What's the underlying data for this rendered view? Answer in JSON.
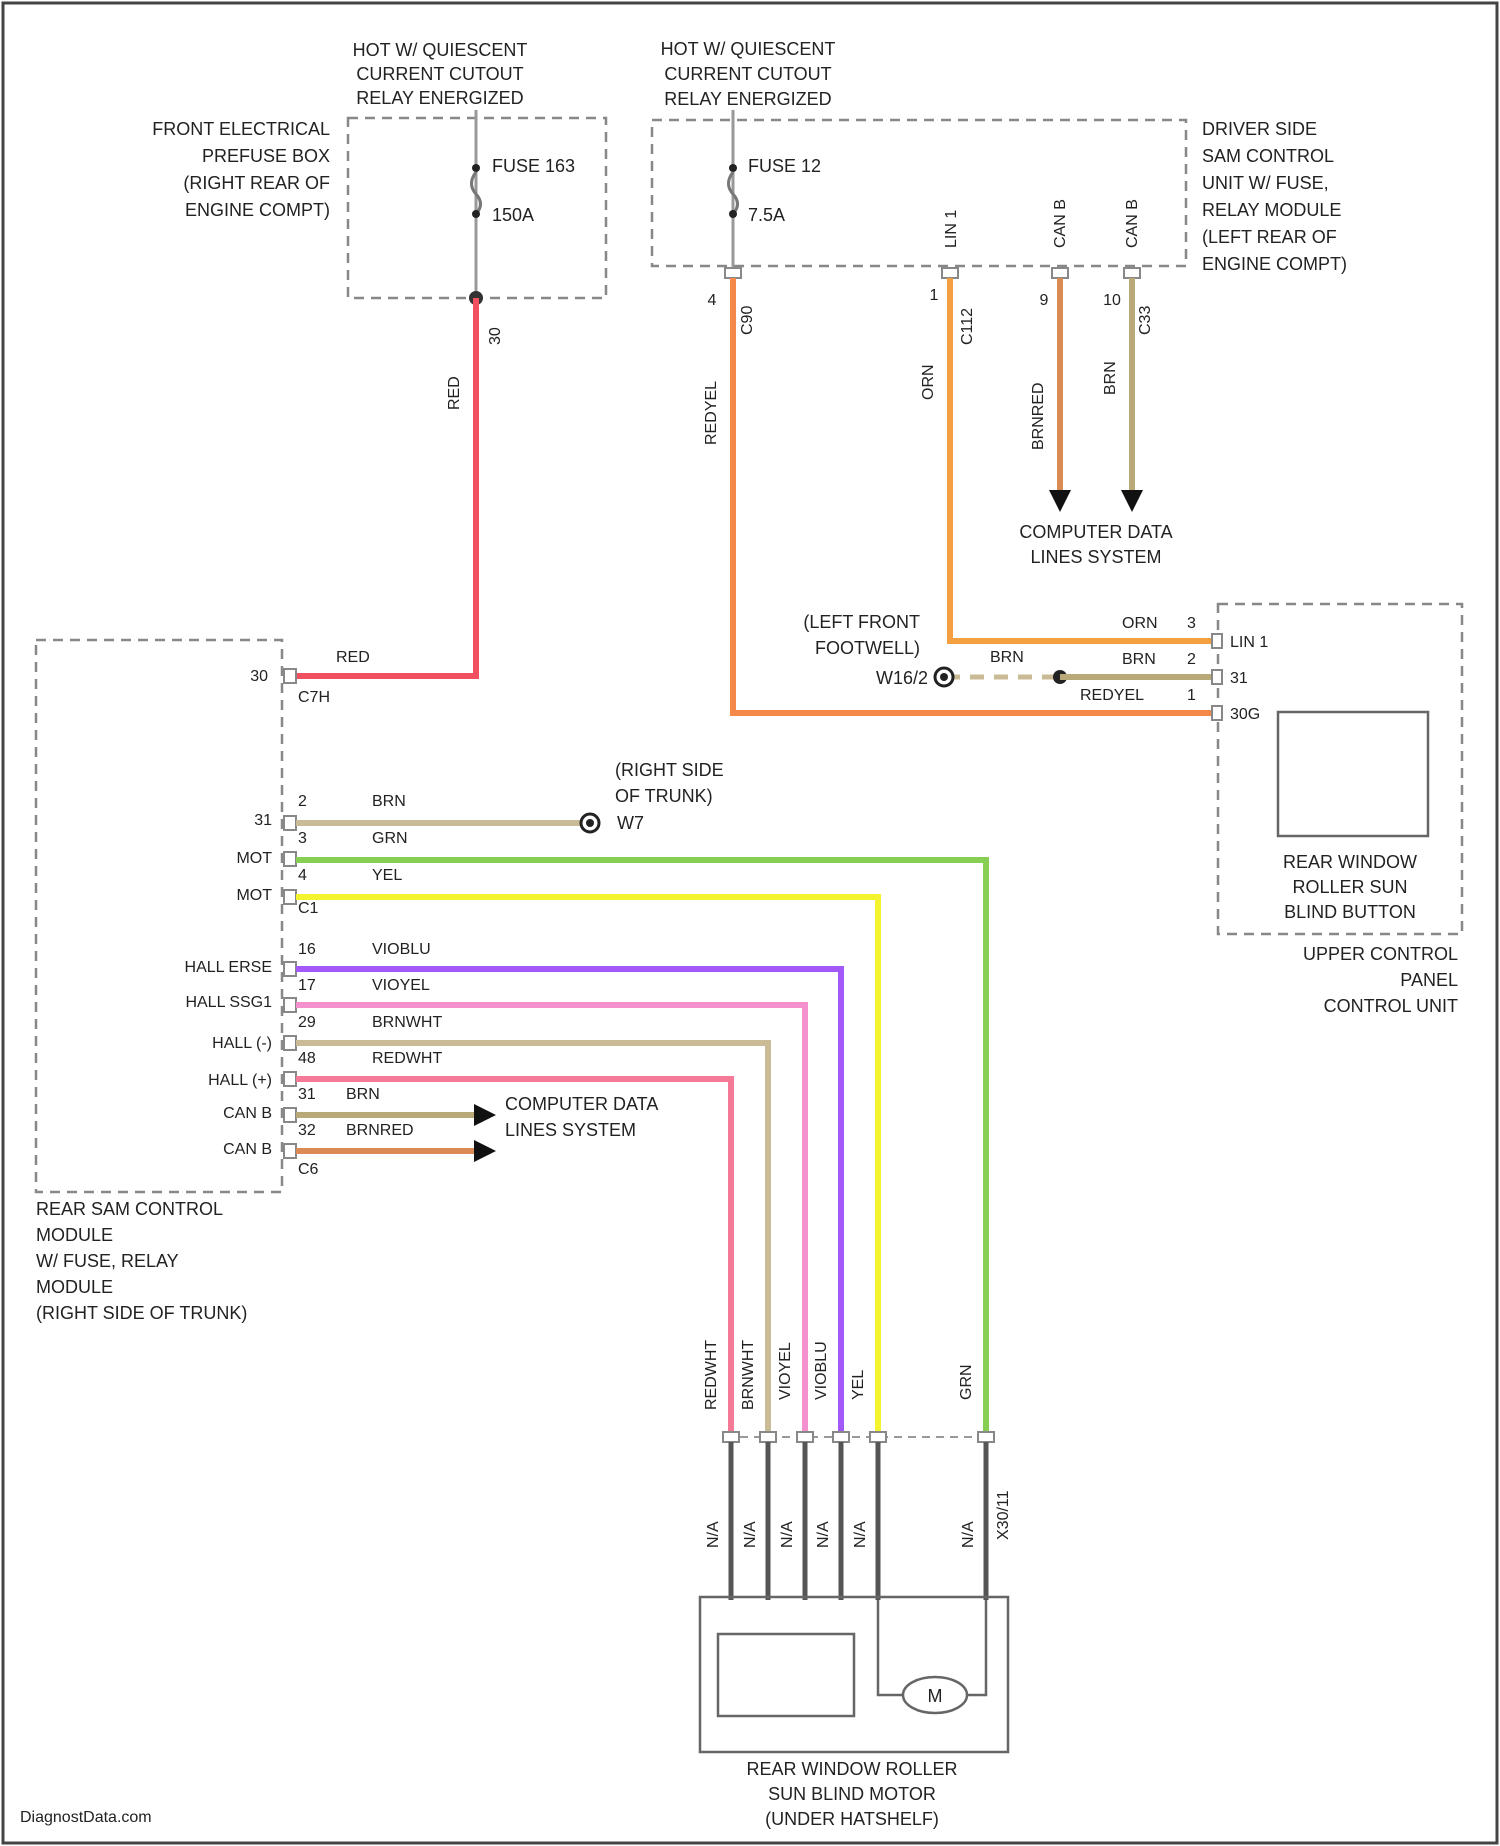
{
  "title": "",
  "watermark": "DiagnostData.com",
  "colors": {
    "RED": "#f05060",
    "REDYEL": "#f5894a",
    "ORN": "#f5a040",
    "BRNRED": "#d98a55",
    "BRN": "#b9a878",
    "GRN": "#86cf52",
    "YEL": "#f3f32e",
    "VIOBLU": "#a259f7",
    "VIOYEL": "#f490cc",
    "BRNWHT": "#c9bb96",
    "REDWHT": "#f47a98",
    "GRAY": "#555555"
  },
  "hot_label_left": [
    "HOT W/ QUIESCENT",
    "CURRENT CUTOUT",
    "RELAY ENERGIZED"
  ],
  "hot_label_right": [
    "HOT W/ QUIESCENT",
    "CURRENT CUTOUT",
    "RELAY ENERGIZED"
  ],
  "prefuse_box": {
    "label": [
      "FRONT ELECTRICAL",
      "PREFUSE BOX",
      "(RIGHT REAR OF",
      "ENGINE COMPT)"
    ],
    "fuse_name": "FUSE 163",
    "fuse_rating": "150A",
    "wire_color": "RED",
    "circuit": "30"
  },
  "driver_sam": {
    "label": [
      "DRIVER SIDE",
      "SAM CONTROL",
      "UNIT W/ FUSE,",
      "RELAY MODULE",
      "(LEFT REAR OF",
      "ENGINE COMPT)"
    ],
    "fuse_name": "FUSE 12",
    "fuse_rating": "7.5A",
    "pins": [
      "LIN 1",
      "CAN B",
      "CAN B"
    ],
    "pin_nums": [
      "4",
      "1",
      "9",
      "10"
    ],
    "connectors": [
      "C90",
      "C112",
      "C33",
      "C33"
    ],
    "wires": [
      "REDYEL",
      "ORN",
      "BRNRED",
      "BRN"
    ]
  },
  "computer_data_lines": [
    "COMPUTER DATA",
    "LINES SYSTEM"
  ],
  "ground_footwell": {
    "label": [
      "(LEFT FRONT",
      "FOOTWELL)"
    ],
    "id": "W16/2",
    "wire": "BRN"
  },
  "upper_control_panel": {
    "pins": [
      {
        "num": "3",
        "wire": "ORN",
        "name": "LIN 1"
      },
      {
        "num": "2",
        "wire": "BRN",
        "name": "31"
      },
      {
        "num": "1",
        "wire": "REDYEL",
        "name": "30G"
      }
    ],
    "button_label": [
      "REAR WINDOW",
      "ROLLER SUN",
      "BLIND BUTTON"
    ],
    "label": [
      "UPPER CONTROL",
      "PANEL",
      "CONTROL UNIT"
    ]
  },
  "rear_sam": {
    "label": [
      "REAR SAM CONTROL",
      "MODULE",
      "W/ FUSE, RELAY",
      "MODULE",
      "(RIGHT SIDE OF TRUNK)"
    ],
    "red_pin": "30",
    "red_wire": "RED",
    "red_conn": "C7H",
    "ground_label": [
      "(RIGHT SIDE",
      "OF TRUNK)"
    ],
    "ground_id": "W7",
    "conn_c1": "C1",
    "conn_c6": "C6",
    "pins": [
      {
        "num": "2",
        "wire": "BRN",
        "name": "31"
      },
      {
        "num": "3",
        "wire": "GRN",
        "name": "MOT"
      },
      {
        "num": "4",
        "wire": "YEL",
        "name": "MOT"
      },
      {
        "num": "16",
        "wire": "VIOBLU",
        "name": ""
      },
      {
        "num": "17",
        "wire": "VIOYEL",
        "name": "HALL ERSE"
      },
      {
        "num": "29",
        "wire": "BRNWHT",
        "name": "HALL SSG1"
      },
      {
        "num": "48",
        "wire": "REDWHT",
        "name": "HALL (-)"
      },
      {
        "num": "31",
        "wire": "BRN",
        "name": "HALL (+)"
      },
      {
        "num": "32",
        "wire": "BRNRED",
        "name": "CAN B"
      },
      {
        "num": "",
        "wire": "",
        "name": "CAN B"
      }
    ]
  },
  "motor": {
    "label": [
      "REAR WINDOW ROLLER",
      "SUN BLIND MOTOR",
      "(UNDER HATSHELF)"
    ],
    "connector": "X30/11",
    "wires": [
      "REDWHT",
      "BRNWHT",
      "VIOYEL",
      "VIOBLU",
      "YEL",
      "GRN"
    ],
    "pin_labels": [
      "N/A",
      "N/A",
      "N/A",
      "N/A",
      "N/A",
      "N/A"
    ],
    "motor_symbol": "M"
  }
}
